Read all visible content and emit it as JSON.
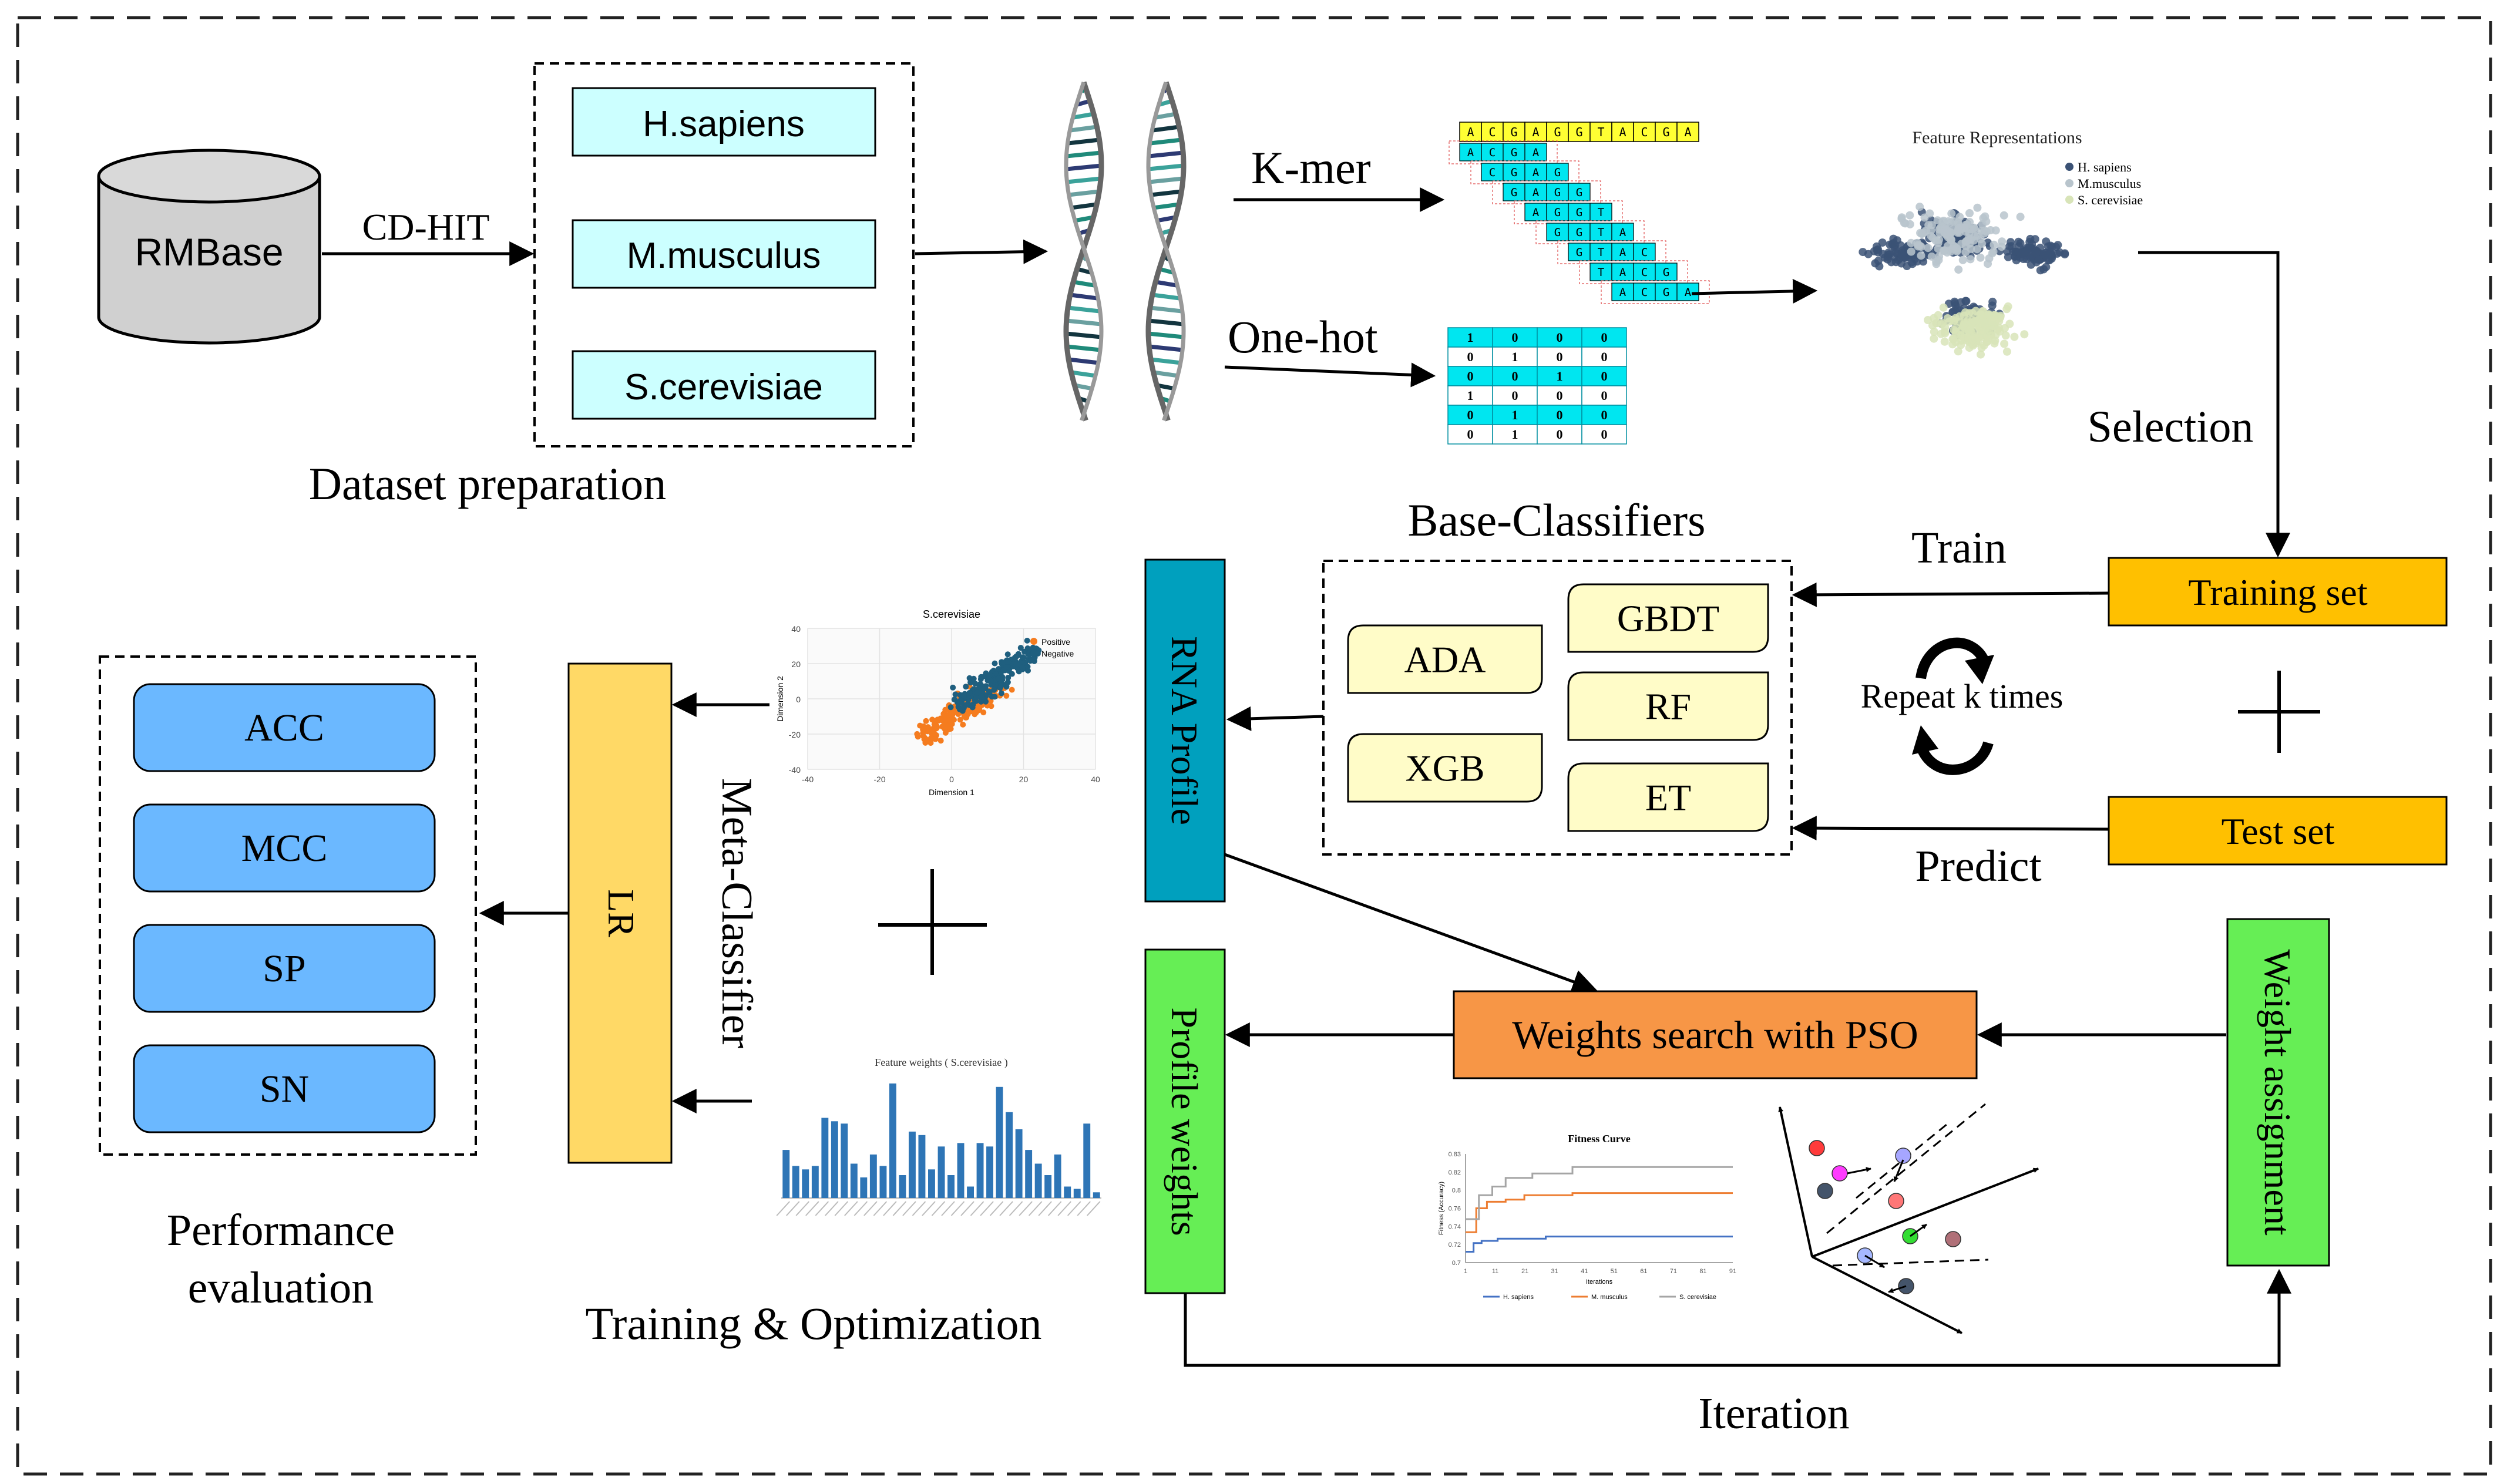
{
  "sources": {
    "database": "RMBase",
    "filter_tool": "CD-HIT",
    "species": [
      "H.sapiens",
      "M.musculus",
      "S.cerevisiae"
    ],
    "stage_label": "Dataset preparation"
  },
  "encoding": {
    "kmer_label": "K-mer",
    "onehot_label": "One-hot",
    "sequence": [
      "A",
      "C",
      "G",
      "A",
      "G",
      "G",
      "T",
      "A",
      "C",
      "G",
      "A"
    ],
    "kmers": [
      "ACGA",
      "CGAG",
      "GAGG",
      "AGGT",
      "GGTA",
      "GTAC",
      "TACG",
      "ACGA"
    ],
    "onehot_matrix": [
      [
        "1",
        "0",
        "0",
        "0"
      ],
      [
        "0",
        "1",
        "0",
        "0"
      ],
      [
        "0",
        "0",
        "1",
        "0"
      ],
      [
        "1",
        "0",
        "0",
        "0"
      ],
      [
        "0",
        "1",
        "0",
        "0"
      ],
      [
        "0",
        "1",
        "0",
        "0"
      ]
    ]
  },
  "feature_plot": {
    "title": "Feature Representations",
    "legend": [
      "H. sapiens",
      "M.musculus",
      "S. cerevisiae"
    ]
  },
  "selection_label": "Selection",
  "base_classifiers": {
    "title": "Base-Classifiers",
    "left": [
      "ADA",
      "XGB"
    ],
    "right": [
      "GBDT",
      "RF",
      "ET"
    ],
    "repeat_label": "Repeat k times"
  },
  "datasets": {
    "train_set": "Training set",
    "test_set": "Test set",
    "train_label": "Train",
    "predict_label": "Predict"
  },
  "rna_profile": "RNA Profile",
  "pso_box": "Weights search with PSO",
  "profile_weights": "Profile weights",
  "weight_assignment": "Weight assignment",
  "iteration_label": "Iteration",
  "meta": {
    "classifier_label": "Meta-Classifier",
    "model": "LR"
  },
  "metrics": {
    "items": [
      "ACC",
      "MCC",
      "SP",
      "SN"
    ],
    "stage_label_line1": "Performance",
    "stage_label_line2": "evaluation"
  },
  "training_label": "Training & Optimization",
  "scatter_plot": {
    "title": "S.cerevisiae",
    "xlabel": "Dimension 1",
    "ylabel": "Dimension 2",
    "legend": [
      "Positive",
      "Negative"
    ],
    "xticks": [
      "-40",
      "-20",
      "0",
      "20",
      "40"
    ],
    "yticks": [
      "40",
      "20",
      "0",
      "-20",
      "-40"
    ]
  },
  "fitness_curve": {
    "title": "Fitness Curve",
    "xlabel": "Iterations",
    "ylabel": "Fitness (Accuracy)",
    "legend": [
      "H. sapiens",
      "M. musculus",
      "S. cerevisiae"
    ],
    "yticks": [
      "0.83",
      "0.82",
      "0.8",
      "0.76",
      "0.74",
      "0.72",
      "0.7"
    ],
    "xticks": [
      "1",
      "11",
      "21",
      "31",
      "41",
      "51",
      "61",
      "71",
      "81",
      "91"
    ]
  },
  "feature_weights": {
    "title": "Feature weights ( S.cerevisiae )",
    "values": [
      0.42,
      0.28,
      0.25,
      0.28,
      0.7,
      0.67,
      0.65,
      0.3,
      0.18,
      0.38,
      0.28,
      1.0,
      0.2,
      0.58,
      0.55,
      0.25,
      0.45,
      0.2,
      0.48,
      0.1,
      0.48,
      0.45,
      0.97,
      0.75,
      0.6,
      0.42,
      0.3,
      0.2,
      0.38,
      0.1,
      0.08,
      0.65,
      0.05
    ],
    "ylim": [
      0,
      1
    ]
  },
  "colors": {
    "cyan": "#CCFFFF",
    "kmer_cyan": "#00E6F0",
    "gold": "#FFC000",
    "teal": "#00A0BE",
    "orange": "#F79646",
    "green": "#66EE55",
    "yellow": "#FFD966",
    "blue": "#6BB8FF",
    "cream": "#FFFCC8",
    "bar_blue": "#2E75B6",
    "navy": "#3B5275"
  }
}
